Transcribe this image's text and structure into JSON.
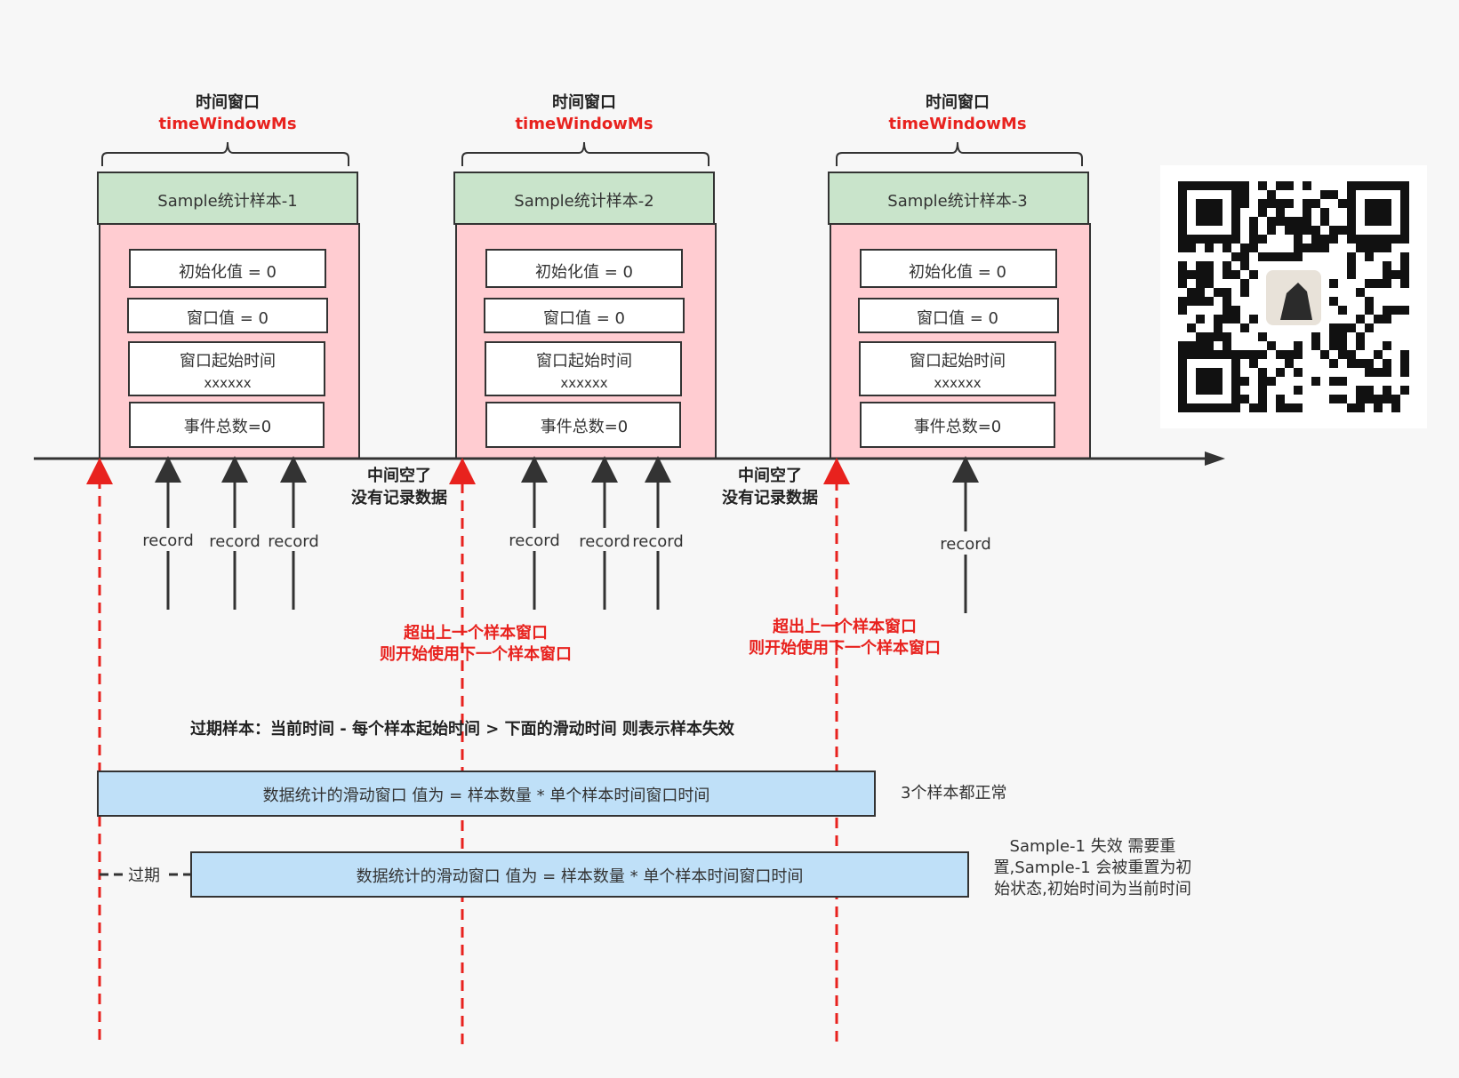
{
  "colors": {
    "sample_header": "#c9e4cb",
    "sample_body": "#ffccd1",
    "field_bg": "#ffffff",
    "bar_bg": "#bfe0f8",
    "red": "#e8221e",
    "axis": "#333333"
  },
  "samples": [
    {
      "header_title": "时间窗口",
      "header_sub": "timeWindowMs",
      "title": "Sample统计样本-1",
      "init_value": "初始化值 = 0",
      "window_value": "窗口值 = 0",
      "start_time_label": "窗口起始时间",
      "start_time_value": "xxxxxx",
      "event_total": "事件总数=0"
    },
    {
      "header_title": "时间窗口",
      "header_sub": "timeWindowMs",
      "title": "Sample统计样本-2",
      "init_value": "初始化值 = 0",
      "window_value": "窗口值 = 0",
      "start_time_label": "窗口起始时间",
      "start_time_value": "xxxxxx",
      "event_total": "事件总数=0"
    },
    {
      "header_title": "时间窗口",
      "header_sub": "timeWindowMs",
      "title": "Sample统计样本-3",
      "init_value": "初始化值 = 0",
      "window_value": "窗口值 = 0",
      "start_time_label": "窗口起始时间",
      "start_time_value": "xxxxxx",
      "event_total": "事件总数=0"
    }
  ],
  "records": [
    "record",
    "record",
    "record",
    "record",
    "record",
    "record",
    "record"
  ],
  "gap_notes": [
    {
      "line1": "中间空了",
      "line2": "没有记录数据"
    },
    {
      "line1": "中间空了",
      "line2": "没有记录数据"
    }
  ],
  "switch_notes": [
    {
      "line1": "超出上一个样本窗口",
      "line2": "则开始使用下一个样本窗口"
    },
    {
      "line1": "超出上一个样本窗口",
      "line2": "则开始使用下一个样本窗口"
    }
  ],
  "expire_rule": "过期样本：当前时间 - 每个样本起始时间 > 下面的滑动时间 则表示样本失效",
  "sliding_bars": [
    {
      "text": "数据统计的滑动窗口 值为 = 样本数量 * 单个样本时间窗口时间",
      "note": [
        "3个样本都正常"
      ]
    },
    {
      "text": "数据统计的滑动窗口 值为 = 样本数量 * 单个样本时间窗口时间",
      "note": [
        "Sample-1 失效 需要重",
        "置,Sample-1 会被重置为初",
        "始状态,初始时间为当前时间"
      ]
    }
  ],
  "expired_label": "过期",
  "qr_code": {
    "icon": "qr-code-icon",
    "avatar_icon": "avatar-icon"
  }
}
